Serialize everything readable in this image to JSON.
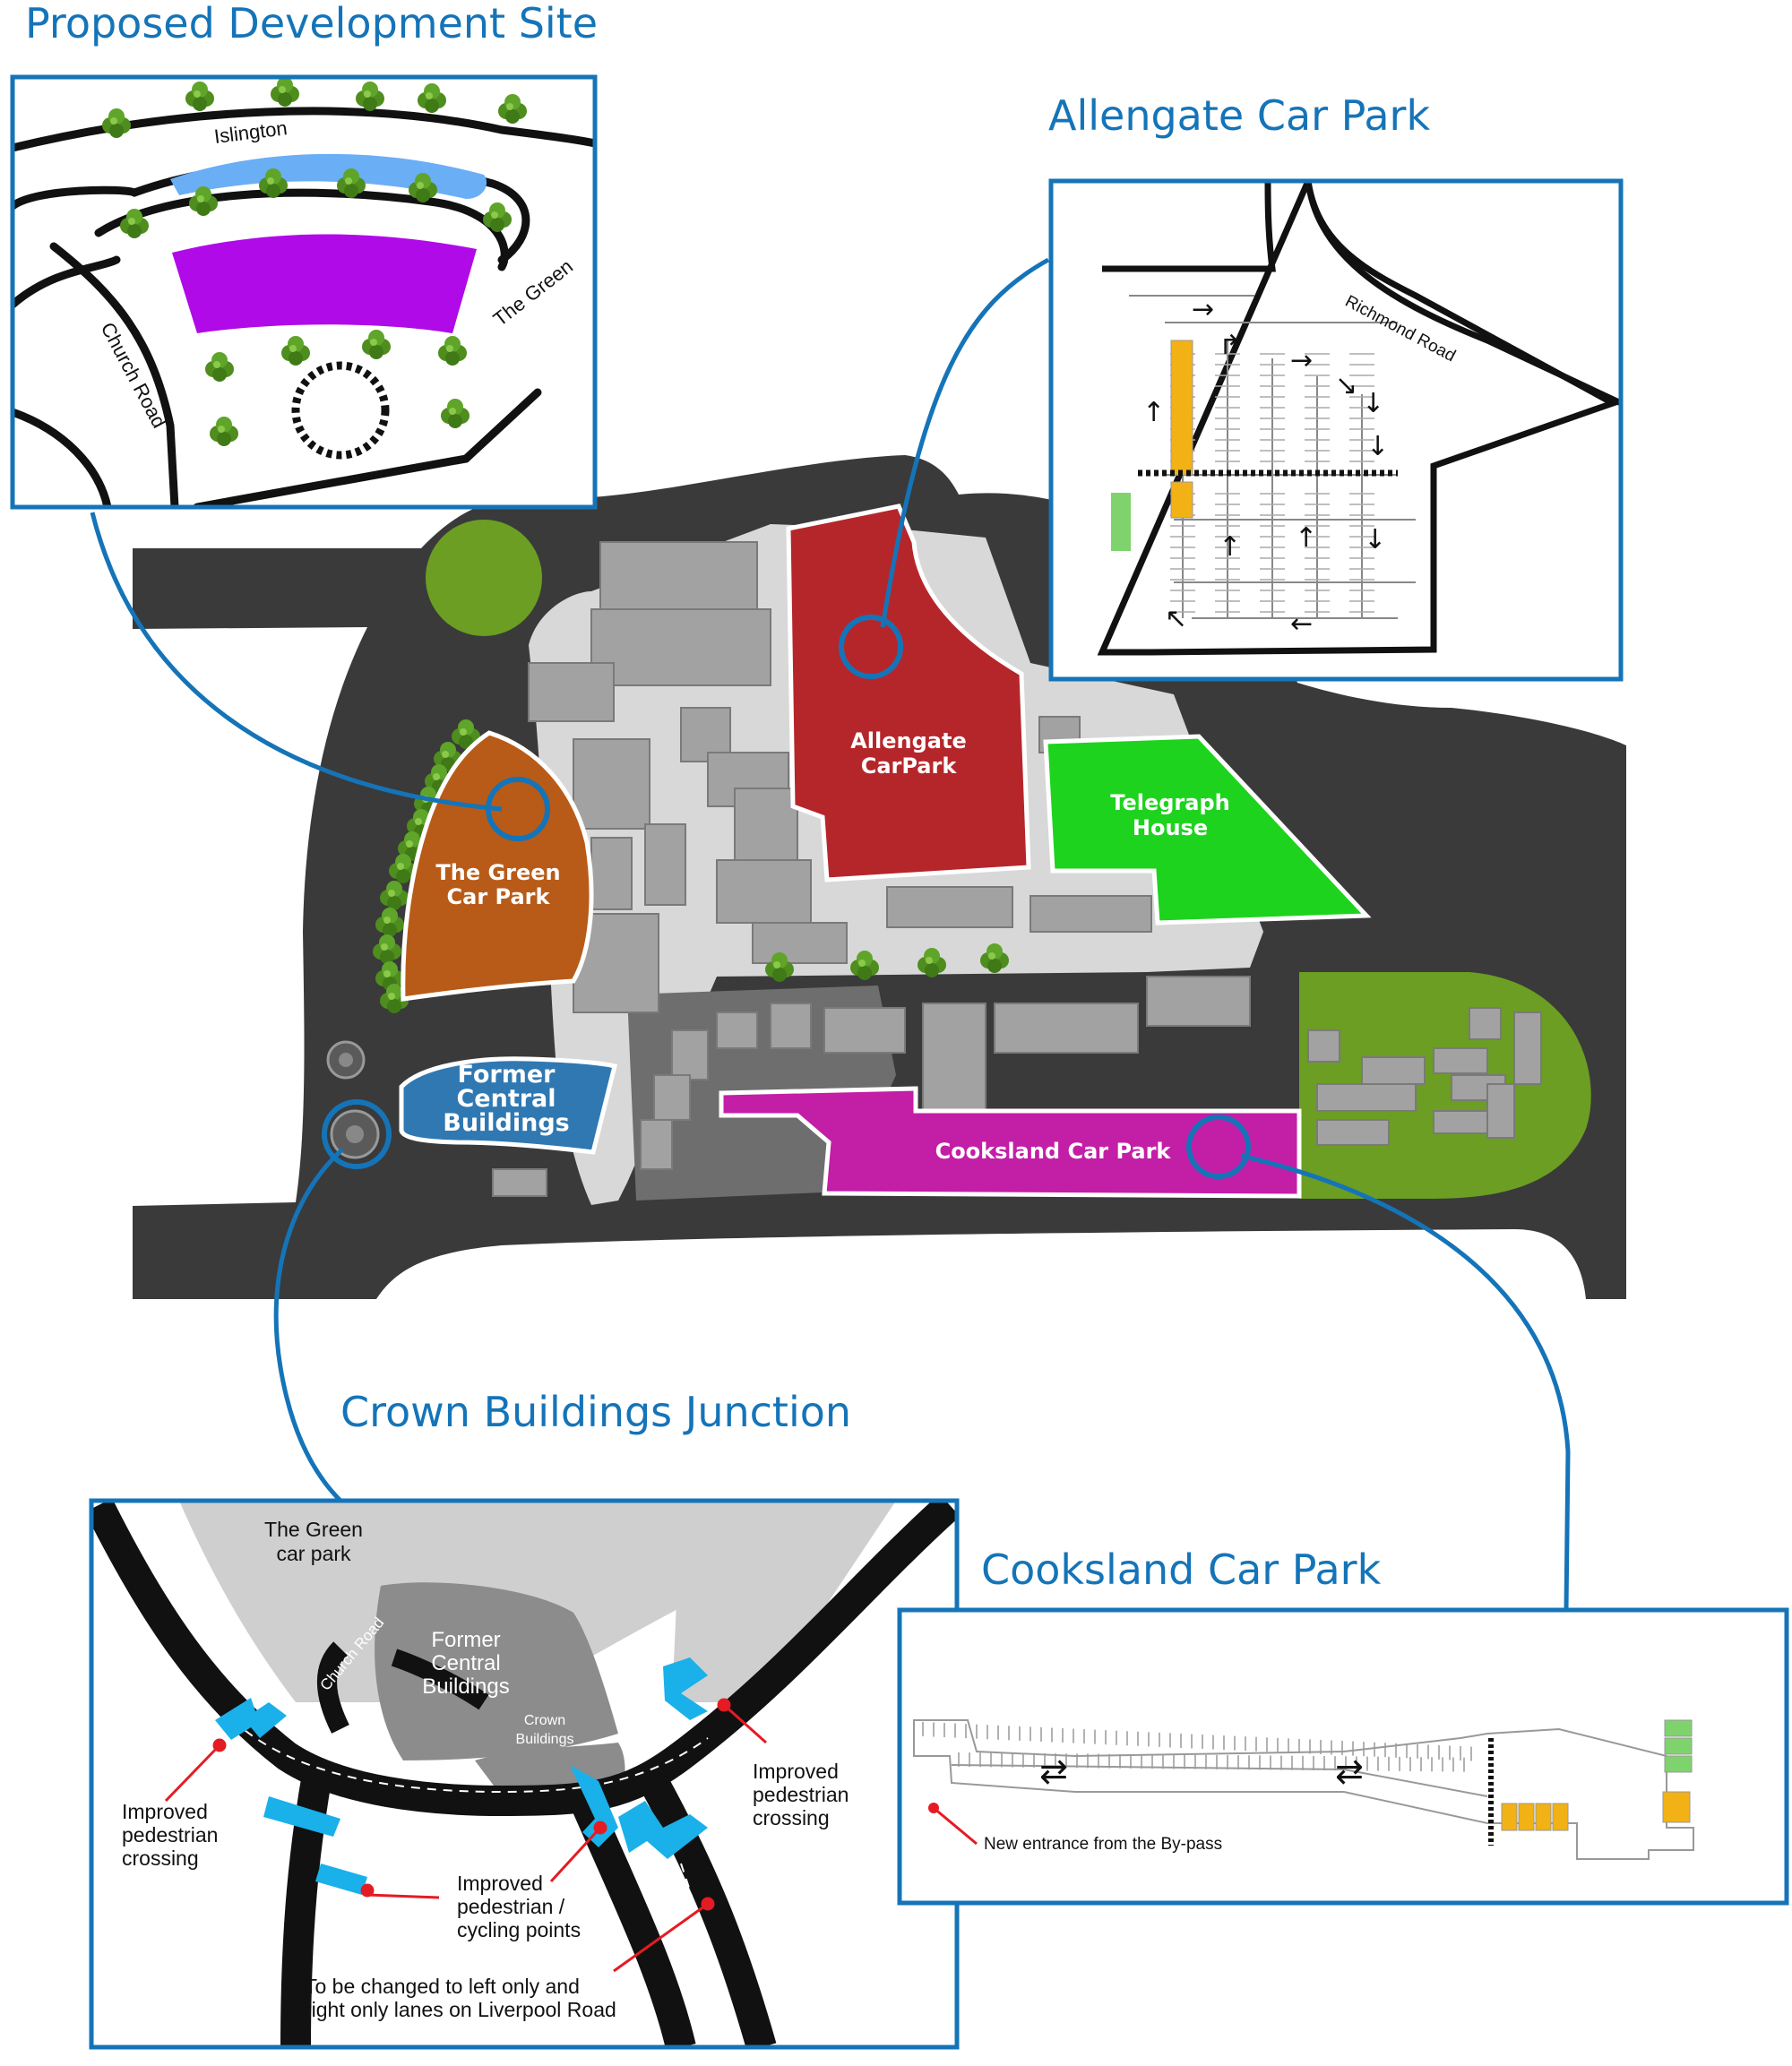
{
  "titles": {
    "proposed": "Proposed Development Site",
    "allengate": "Allengate Car Park",
    "crown": "Crown Buildings Junction",
    "cooksland": "Cooksland Car Park"
  },
  "proposed_inset": {
    "islington": "Islington",
    "church_road": "Church Road",
    "the_green": "The Green"
  },
  "allengate_inset": {
    "richmond_road": "Richmond Road"
  },
  "main_map": {
    "allengate": [
      "Allengate",
      "CarPark"
    ],
    "telegraph": [
      "Telegraph",
      "House"
    ],
    "green_car_park": [
      "The Green",
      "Car Park"
    ],
    "former": [
      "Former",
      "Central",
      "Buildings"
    ],
    "cooksland": "Cooksland Car Park"
  },
  "crown_inset": {
    "green_car_park": [
      "The Green",
      "car park"
    ],
    "church_road": "Church Road",
    "former": [
      "Former",
      "Central",
      "Buildings"
    ],
    "crown_buildings": [
      "Crown",
      "Buildings"
    ],
    "crossing_left": [
      "Improved",
      "pedestrian",
      "crossing"
    ],
    "crossing_right": [
      "Improved",
      "pedestrian",
      "crossing"
    ],
    "cycling": [
      "Improved",
      "pedestrian /",
      "cycling points"
    ],
    "lanes": [
      "To be changed to left only and",
      "right only lanes on Liverpool Road"
    ],
    "liverpool_road": "Liverpool Road"
  },
  "cooksland_inset": {
    "entrance": "New entrance from the By-pass"
  },
  "colors": {
    "accent": "#1574b8",
    "allengate": "#b5262b",
    "telegraph": "#1ed31e",
    "green_car_park": "#b85b18",
    "former": "#2f78b2",
    "cooksland": "#c31ea6",
    "development": "#b00ae8",
    "water": "#6aaef5",
    "parkland": "#6b9e22",
    "crossing": "#1ab0ea"
  }
}
